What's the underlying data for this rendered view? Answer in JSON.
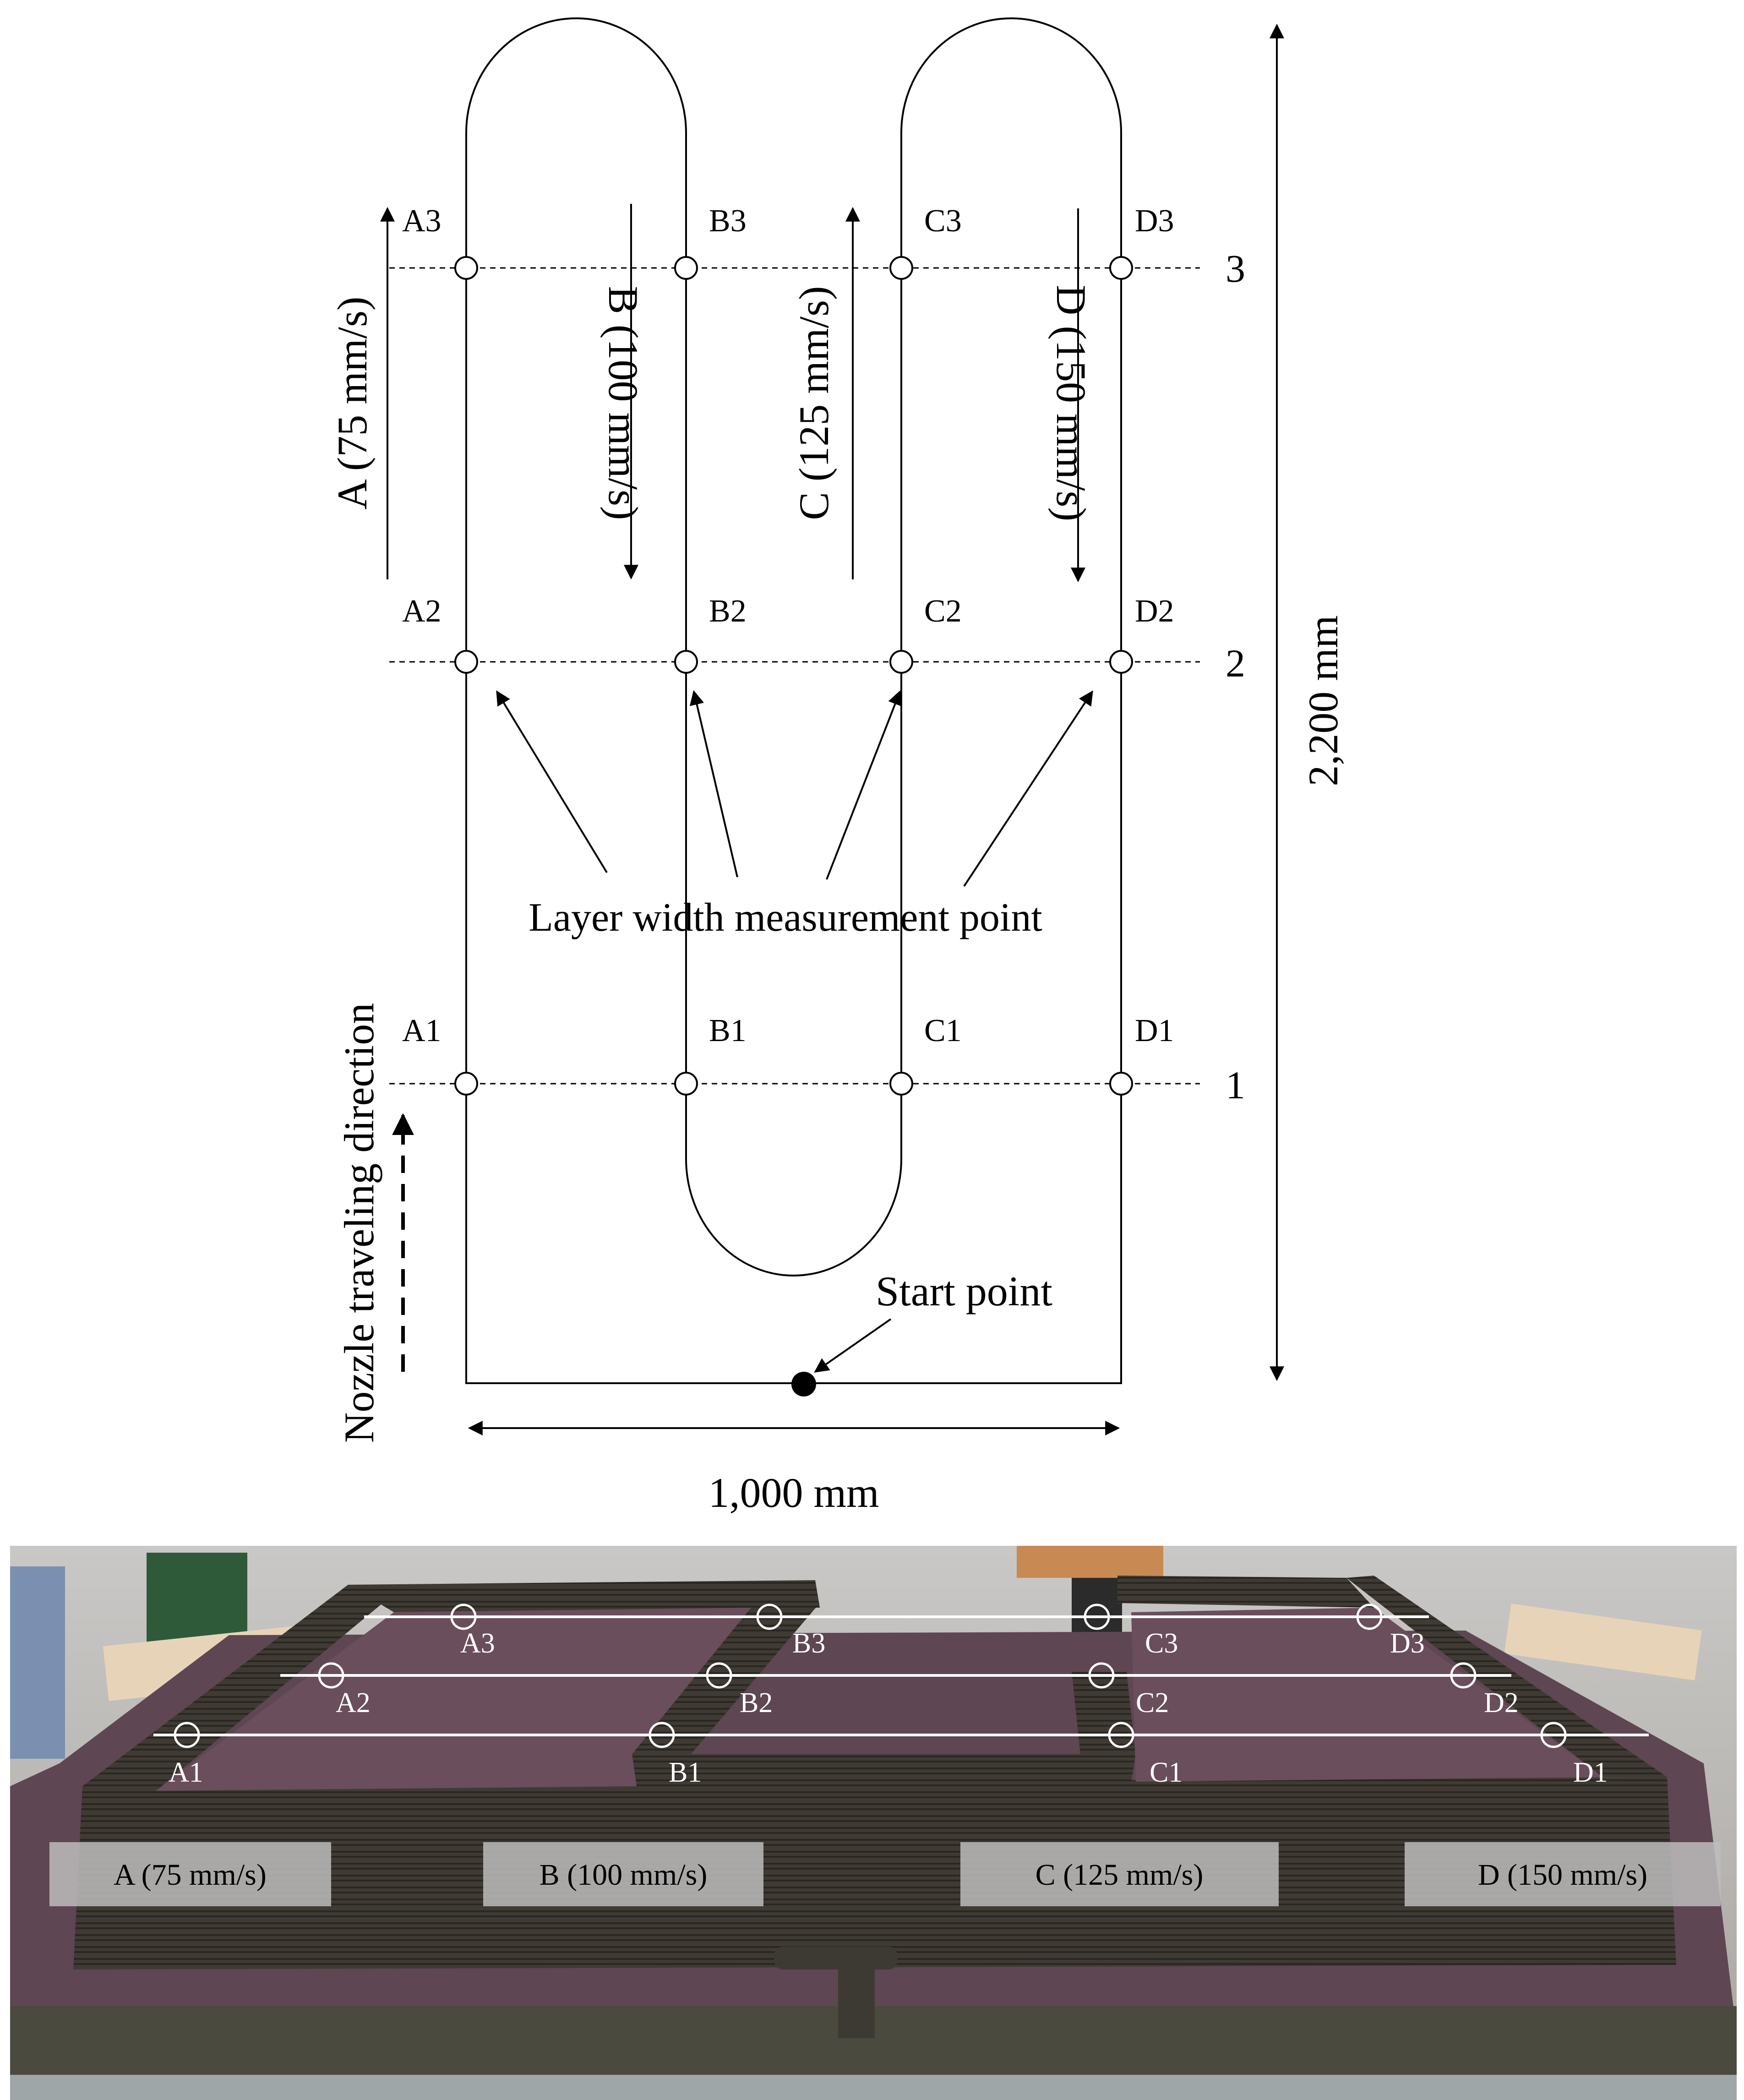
{
  "diagram": {
    "rows": [
      {
        "id": "3",
        "label": "3",
        "points": [
          "A3",
          "B3",
          "C3",
          "D3"
        ]
      },
      {
        "id": "2",
        "label": "2",
        "points": [
          "A2",
          "B2",
          "C2",
          "D2"
        ]
      },
      {
        "id": "1",
        "label": "1",
        "points": [
          "A1",
          "B1",
          "C1",
          "D1"
        ]
      }
    ],
    "segments": [
      {
        "id": "a",
        "label": "A (75 mm/s)",
        "direction": "up"
      },
      {
        "id": "b",
        "label": "B (100 mm/s)",
        "direction": "down"
      },
      {
        "id": "c",
        "label": "C (125 mm/s)",
        "direction": "up"
      },
      {
        "id": "d",
        "label": "D (150 mm/s)",
        "direction": "down"
      }
    ],
    "measurement_label": "Layer width measurement point",
    "start_label": "Start point",
    "nozzle_label": "Nozzle traveling direction",
    "width_label": "1,000 mm",
    "height_label": "2,200 mm"
  },
  "photo": {
    "rows": [
      {
        "id": "3",
        "points": [
          "A3",
          "B3",
          "C3",
          "D3"
        ]
      },
      {
        "id": "2",
        "points": [
          "A2",
          "B2",
          "C2",
          "D2"
        ]
      },
      {
        "id": "1",
        "points": [
          "A1",
          "B1",
          "C1",
          "D1"
        ]
      }
    ],
    "segment_labels": [
      "A (75 mm/s)",
      "B (100 mm/s)",
      "C (125 mm/s)",
      "D (150 mm/s)"
    ],
    "colors": {
      "table": "#5e4652",
      "concrete": "#3d3a33",
      "background": "#b9b6b2"
    }
  }
}
